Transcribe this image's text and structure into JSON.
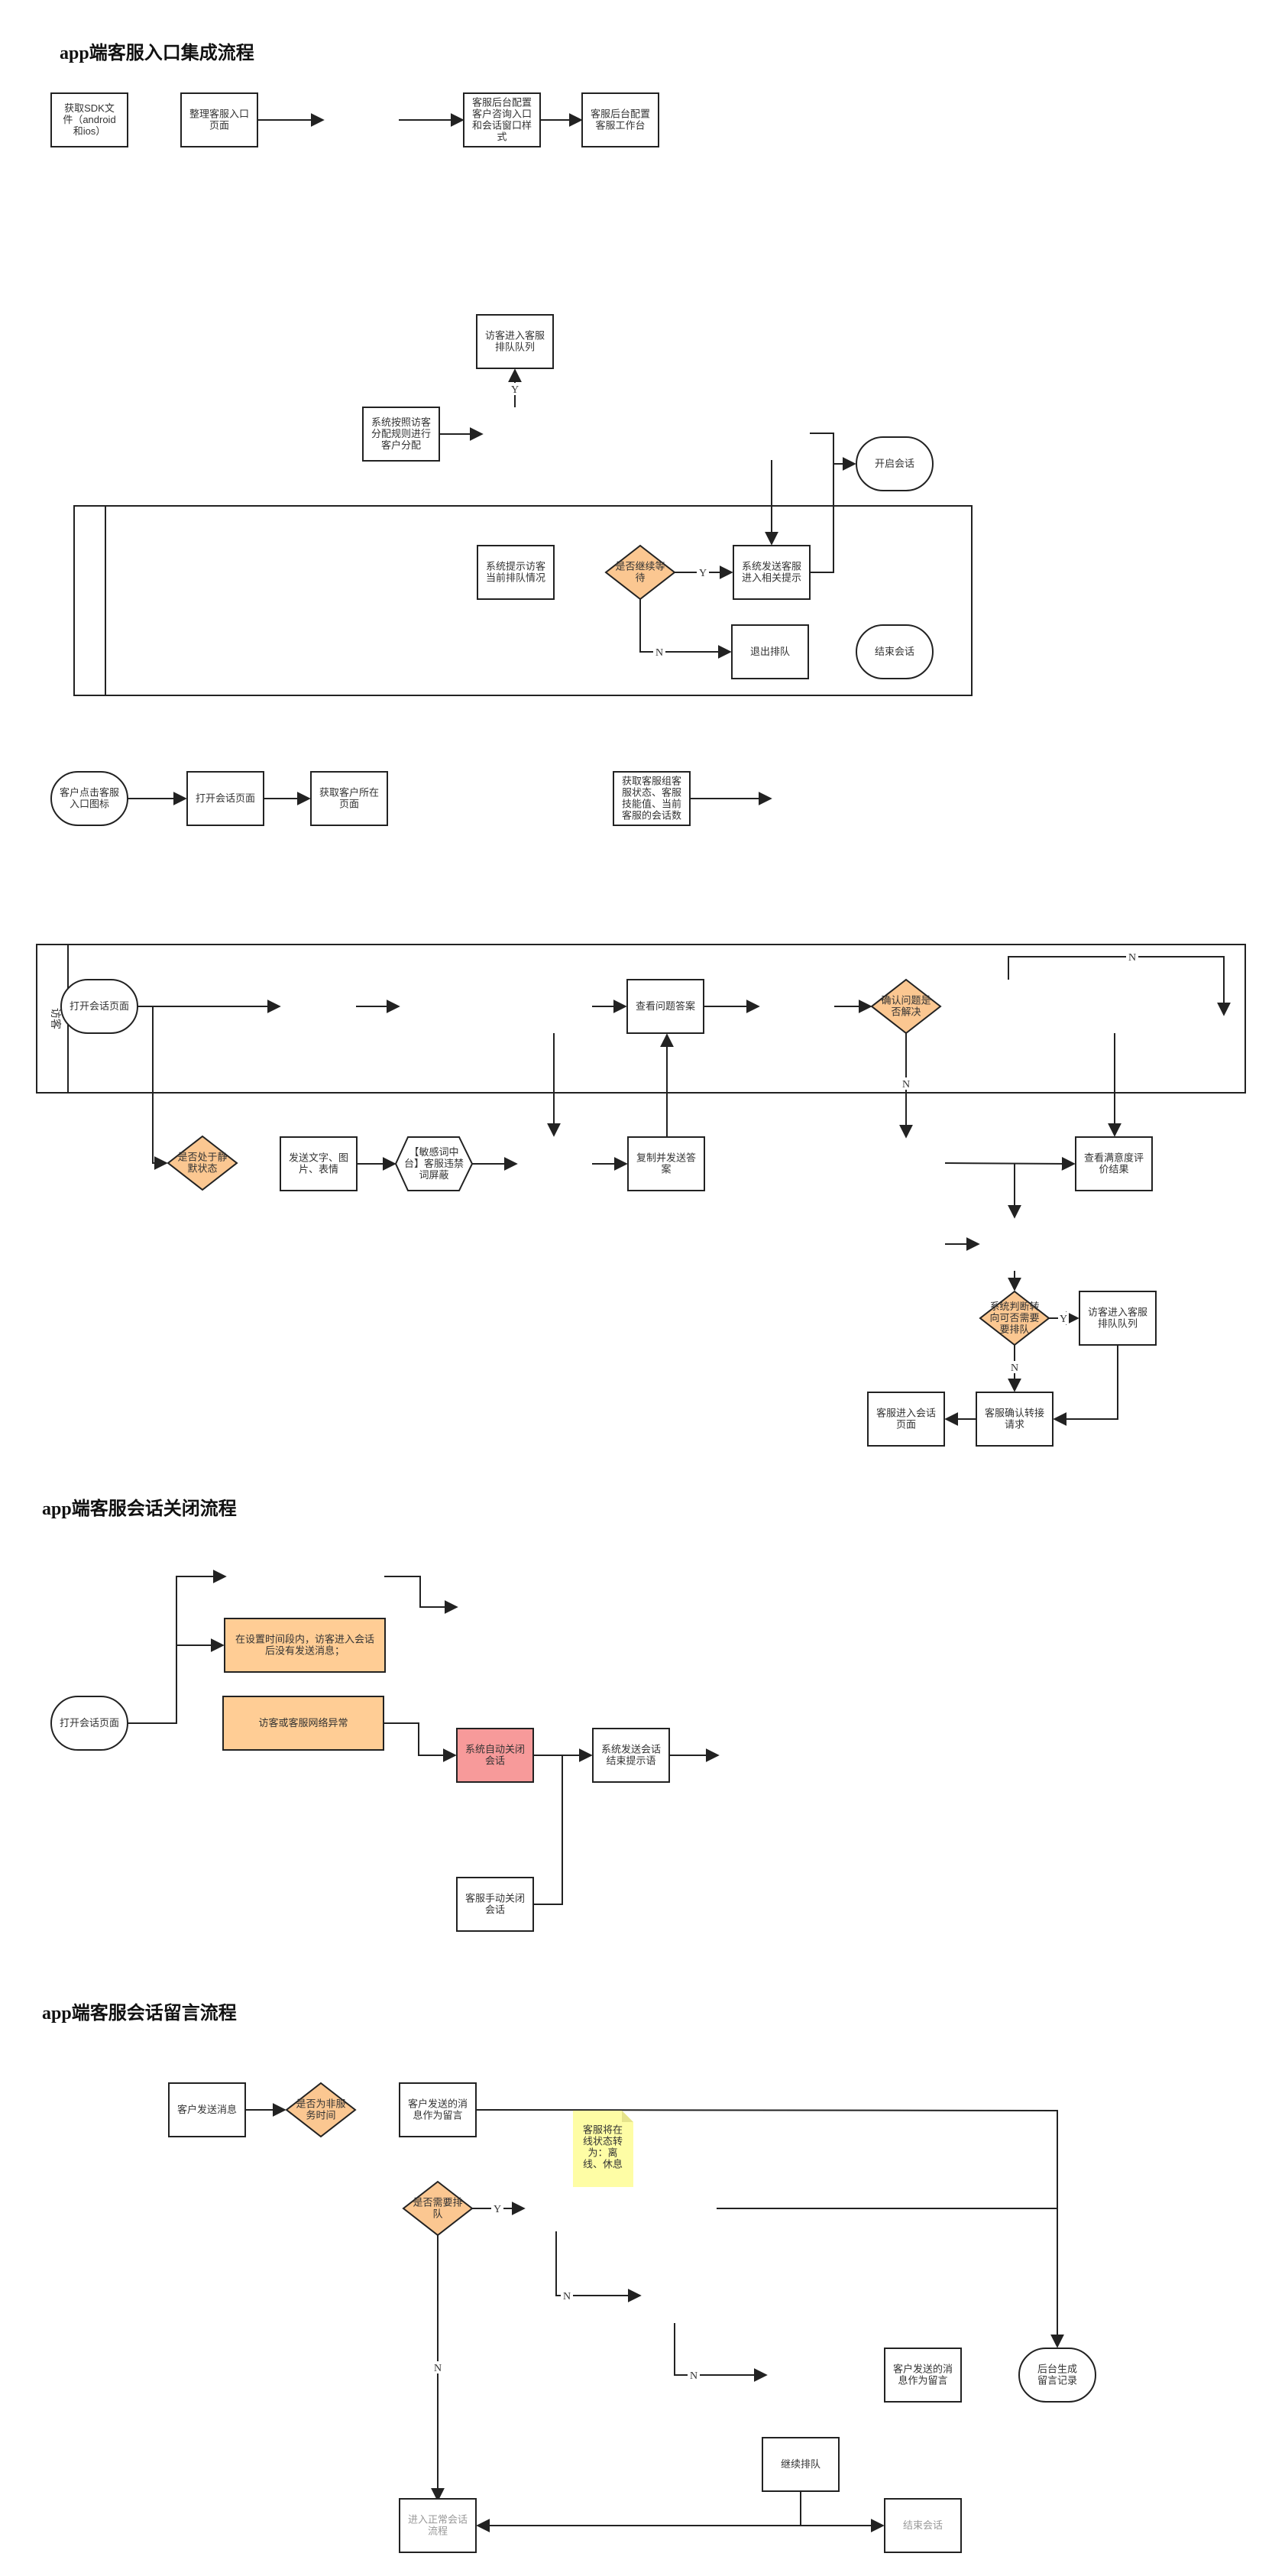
{
  "titles": {
    "entry": "app端客服入口集成流程",
    "close": "app端客服会话关闭流程",
    "message": "app端客服会话留言流程"
  },
  "swimlanes": {
    "visitor": "访客"
  },
  "nodes": {
    "get_sdk": [
      "获取SDK文",
      "件（android",
      "和ios）"
    ],
    "organize_entry": [
      "整理客服入口",
      "页面"
    ],
    "admin_entry_style": [
      "客服后台配置",
      "客户咨询入口",
      "和会话窗口样",
      "式"
    ],
    "admin_workbench": [
      "客服后台配置",
      "客服工作台"
    ],
    "visitor_queue_1": [
      "访客进入客服",
      "排队队列"
    ],
    "assign_rule": [
      "系统按照访客",
      "分配规则进行",
      "客户分配"
    ],
    "start_session": [
      "开启会话"
    ],
    "queue_status": [
      "系统提示访客",
      "当前排队情况"
    ],
    "continue_wait": [
      "是否继续等",
      "待"
    ],
    "send_prompt": [
      "系统发送客服",
      "进入相关提示"
    ],
    "exit_queue": [
      "退出排队"
    ],
    "end_session_1": [
      "结束会话"
    ],
    "click_entry": [
      "客户点击客服",
      "入口图标"
    ],
    "open_page_1": [
      "打开会话页面"
    ],
    "get_location": [
      "获取客户所在",
      "页面"
    ],
    "get_status": [
      "获取客服组客",
      "服状态、客服",
      "技能值、当前",
      "客服的会话数"
    ],
    "open_page_2": [
      "打开会话页面"
    ],
    "view_answer": [
      "查看问题答案"
    ],
    "confirm_solved": [
      "确认问题是",
      "否解决"
    ],
    "is_idle": [
      "是否处于静",
      "默状态"
    ],
    "send_text": [
      "发送文字、图",
      "片、表情"
    ],
    "sensitive_filter": [
      "【敏感词中",
      "台】客服违禁",
      "词屏蔽"
    ],
    "copy_send": [
      "复制并发送答",
      "案"
    ],
    "view_satisfaction": [
      "查看满意度评",
      "价结果"
    ],
    "check_transfer": [
      "系统判断转",
      "向可否需要",
      "要排队"
    ],
    "visitor_queue_2": [
      "访客进入客服",
      "排队队列"
    ],
    "agent_page": [
      "客服进入会话",
      "页面"
    ],
    "agent_confirm": [
      "客服确认转接",
      "请求"
    ],
    "open_page_3": [
      "打开会话页面"
    ],
    "timeout_no_msg": [
      "在设置时间段内，访客进入会话",
      "后没有发送消息；"
    ],
    "network_error": [
      "访客或客服网络异常"
    ],
    "auto_close": [
      "系统自动关闭",
      "会话"
    ],
    "end_prompt": [
      "系统发送会话",
      "结束提示语"
    ],
    "manual_close": [
      "客服手动关闭",
      "会话"
    ],
    "customer_msg": [
      "客户发送消息"
    ],
    "non_service_time": [
      "是否为非服",
      "务时间"
    ],
    "msg_as_note_1": [
      "客户发送的消",
      "息作为留言"
    ],
    "sticky_note": [
      "客服将在",
      "线状态转",
      "为：离",
      "线、休息"
    ],
    "need_queue": [
      "是否需要排",
      "队"
    ],
    "msg_as_note_2": [
      "客户发送的消",
      "息作为留言"
    ],
    "backend_record": [
      "后台生成",
      "留言记录"
    ],
    "continue_queue": [
      "继续排队"
    ],
    "normal_flow": [
      "进入正常会话",
      "流程"
    ],
    "end_session_2": [
      "结束会话"
    ]
  },
  "edge_labels": {
    "yes": "Y",
    "no": "N"
  },
  "colors": {
    "decision": "#fbc791",
    "highlight": "#ffcd95",
    "alert": "#f79a9a",
    "note": "#fefda5"
  }
}
